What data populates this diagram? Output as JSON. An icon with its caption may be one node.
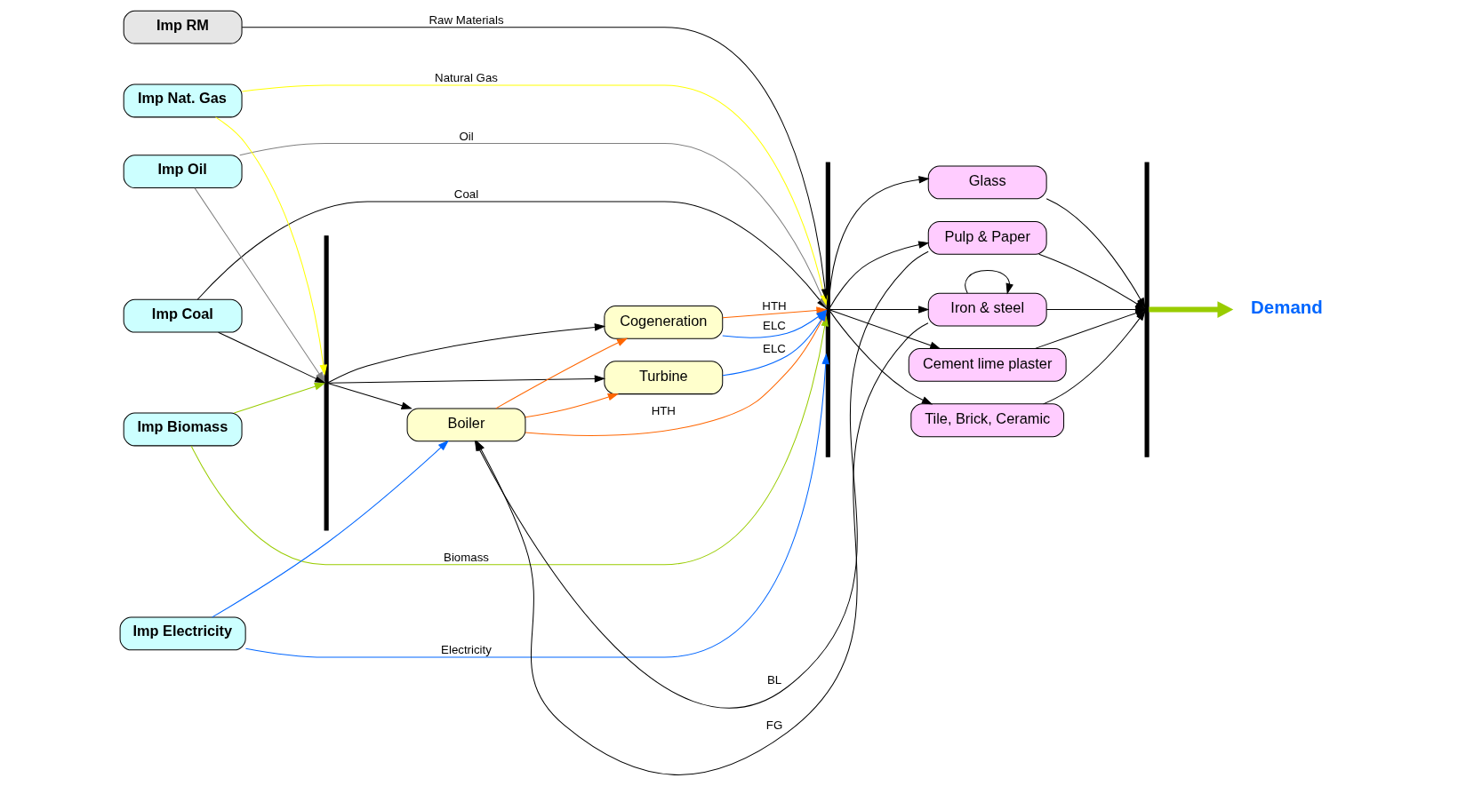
{
  "diagram": {
    "nodes": [
      {
        "text": [
          "Imp Biomass"
        ]
      },
      {
        "text": [
          "Imp Coal"
        ]
      },
      {
        "text": [
          "Imp Oil"
        ]
      },
      {
        "text": [
          "Imp Nat. Gas"
        ]
      },
      {
        "text": [
          "Imp Electricity"
        ]
      },
      {
        "text": [
          "Imp RM"
        ]
      },
      {
        "text": [],
        "shape": "bar"
      },
      {
        "text": [
          "Boiler"
        ]
      },
      {
        "text": [
          "Cogeneration"
        ]
      },
      {
        "text": [
          "Turbine"
        ]
      },
      {
        "text": [],
        "shape": "bar"
      },
      {
        "text": [
          "Pulp & Paper"
        ]
      },
      {
        "text": [
          "Iron & steel"
        ]
      },
      {
        "text": [
          "Cement lime plaster"
        ]
      },
      {
        "text": [
          "Tile, Brick, Ceramic"
        ]
      },
      {
        "text": [
          "Glass"
        ]
      },
      {
        "text": [],
        "shape": "bar"
      },
      {
        "text": [
          "Demand"
        ]
      }
    ],
    "edges": [
      {
        "from": 0,
        "to": 10,
        "arrow": "to",
        "label": "Biomass",
        "color": "#99cc00"
      },
      {
        "from": 0,
        "to": 6,
        "arrow": "to",
        "color": "#99cc00"
      },
      {
        "from": 1,
        "to": 10,
        "arrow": "to",
        "label": "Coal"
      },
      {
        "from": 1,
        "to": 6,
        "arrow": "to"
      },
      {
        "from": 2,
        "to": 10,
        "arrow": "to",
        "label": "Oil",
        "color": "#808080"
      },
      {
        "from": 2,
        "to": 6,
        "arrow": "to",
        "color": "#808080"
      },
      {
        "from": 3,
        "to": 6,
        "arrow": "to",
        "color": "#ffff00"
      },
      {
        "from": 3,
        "to": 10,
        "arrow": "to",
        "label": "Natural Gas",
        "color": "#ffff00"
      },
      {
        "from": 4,
        "to": 7,
        "arrow": "to",
        "color": "#0066ff"
      },
      {
        "from": 4,
        "to": 10,
        "arrow": "to",
        "label": "Electricity",
        "color": "#0066ff"
      },
      {
        "from": 5,
        "to": 10,
        "arrow": "to",
        "label": "Raw Materials"
      },
      {
        "from": 6,
        "to": 7,
        "arrow": "to"
      },
      {
        "from": 6,
        "to": 8,
        "arrow": "to"
      },
      {
        "from": 6,
        "to": 9,
        "arrow": "to"
      },
      {
        "from": 7,
        "to": 10,
        "arrow": "to",
        "label": "HTH",
        "color": "#ff6600"
      },
      {
        "from": 7,
        "to": 8,
        "arrow": "to",
        "color": "#ff6600"
      },
      {
        "from": 7,
        "to": 9,
        "arrow": "to",
        "color": "#ff6600"
      },
      {
        "from": 8,
        "to": 10,
        "arrow": "to",
        "label": "HTH",
        "color": "#ff6600"
      },
      {
        "from": 8,
        "to": 10,
        "arrow": "to",
        "label": "ELC",
        "color": "#0066ff"
      },
      {
        "from": 9,
        "to": 10,
        "arrow": "to",
        "label": "ELC",
        "color": "#0066ff"
      },
      {
        "from": 11,
        "to": 7,
        "arrow": "to",
        "label": "BL"
      },
      {
        "from": 12,
        "to": 7,
        "arrow": "to",
        "label": "FG"
      },
      {
        "from": 12,
        "to": 12,
        "arrow": "to"
      },
      {
        "from": 10,
        "to": 11,
        "arrow": "to"
      },
      {
        "from": 10,
        "to": 12,
        "arrow": "to"
      },
      {
        "from": 10,
        "to": 13,
        "arrow": "to"
      },
      {
        "from": 10,
        "to": 14,
        "arrow": "to"
      },
      {
        "from": 10,
        "to": 15,
        "arrow": "to"
      },
      {
        "from": 11,
        "to": 16,
        "arrow": "to"
      },
      {
        "from": 12,
        "to": 16,
        "arrow": "to"
      },
      {
        "from": 13,
        "to": 16,
        "arrow": "to"
      },
      {
        "from": 14,
        "to": 16,
        "arrow": "to"
      },
      {
        "from": 15,
        "to": 16,
        "arrow": "to"
      },
      {
        "from": 16,
        "to": 17,
        "arrow": "to",
        "style": "thick",
        "color": "#99cc00"
      }
    ]
  }
}
